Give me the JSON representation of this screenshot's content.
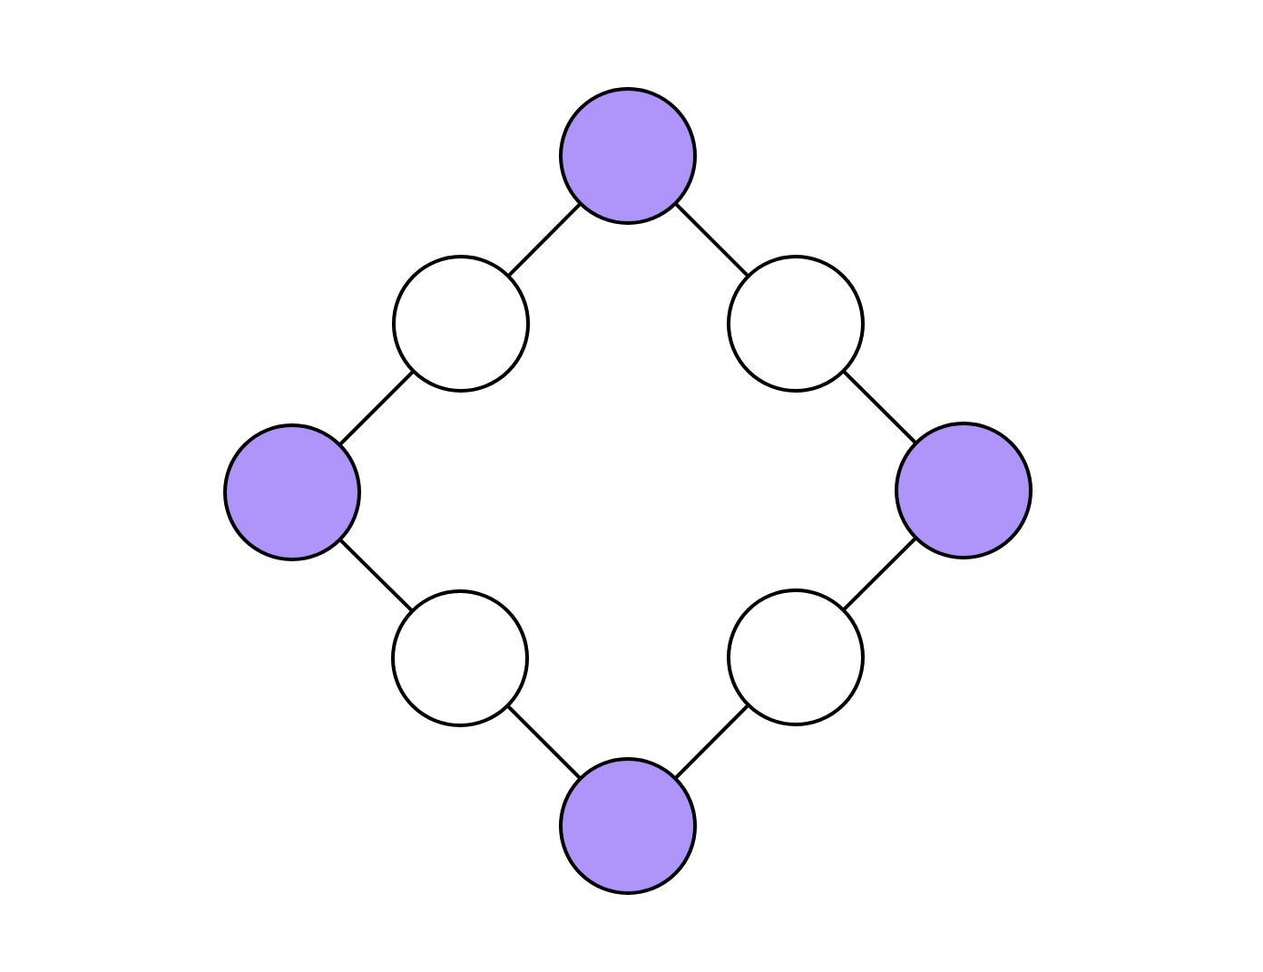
{
  "diagram": {
    "type": "cycle-graph",
    "nodes": [
      {
        "id": "n0",
        "highlighted": true
      },
      {
        "id": "n1",
        "highlighted": false
      },
      {
        "id": "n2",
        "highlighted": true
      },
      {
        "id": "n3",
        "highlighted": false
      },
      {
        "id": "n4",
        "highlighted": true
      },
      {
        "id": "n5",
        "highlighted": false
      },
      {
        "id": "n6",
        "highlighted": true
      },
      {
        "id": "n7",
        "highlighted": false
      }
    ],
    "edges": [
      [
        "n0",
        "n1"
      ],
      [
        "n1",
        "n2"
      ],
      [
        "n2",
        "n3"
      ],
      [
        "n3",
        "n4"
      ],
      [
        "n4",
        "n5"
      ],
      [
        "n5",
        "n6"
      ],
      [
        "n6",
        "n7"
      ],
      [
        "n7",
        "n0"
      ]
    ],
    "colors": {
      "highlighted_fill": "#AF94F9",
      "default_fill": "#FFFFFF",
      "stroke": "#000000"
    }
  }
}
